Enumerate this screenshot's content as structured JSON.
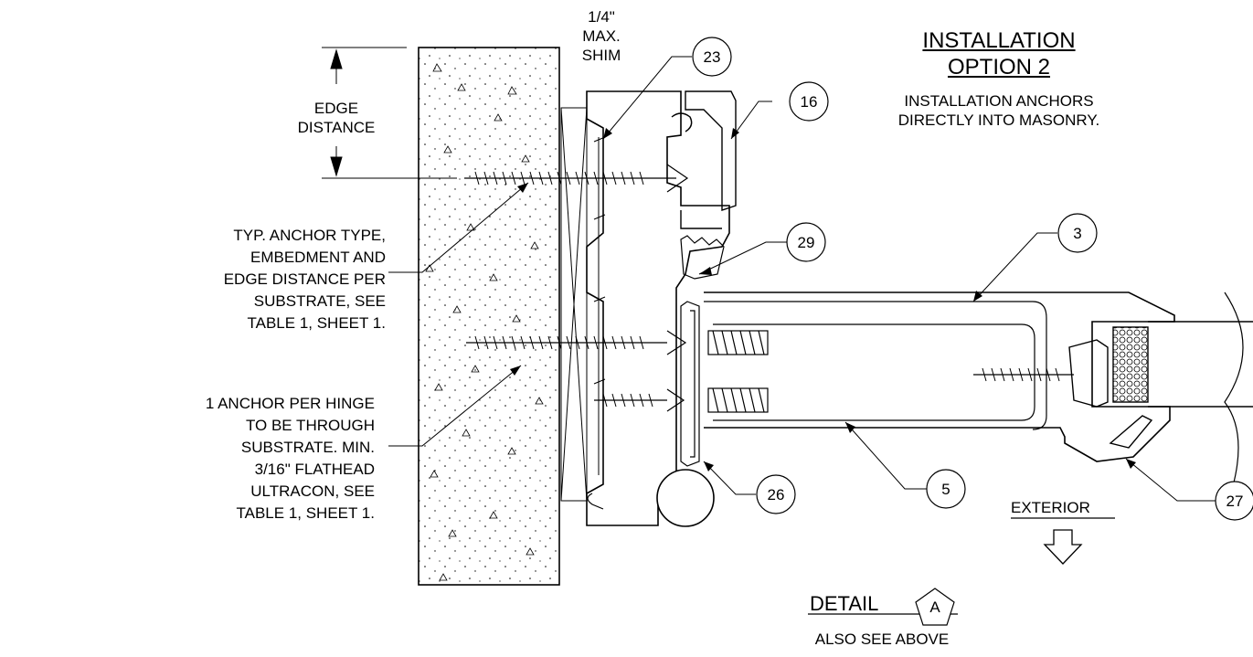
{
  "title": {
    "line1": "INSTALLATION",
    "line2": "OPTION 2",
    "sub1": "INSTALLATION ANCHORS",
    "sub2": "DIRECTLY INTO MASONRY."
  },
  "shim": [
    "1/4\"",
    "MAX.",
    "SHIM"
  ],
  "edge_distance": [
    "EDGE",
    "DISTANCE"
  ],
  "note_anchor": [
    "TYP. ANCHOR TYPE,",
    "EMBEDMENT AND",
    "EDGE DISTANCE PER",
    "SUBSTRATE, SEE",
    "TABLE 1, SHEET 1."
  ],
  "note_hinge": [
    "1 ANCHOR PER HINGE",
    "TO BE THROUGH",
    "SUBSTRATE. MIN.",
    "3/16\" FLATHEAD",
    "ULTRACON, SEE",
    "TABLE 1, SHEET 1."
  ],
  "callouts": {
    "c23": "23",
    "c16": "16",
    "c29": "29",
    "c3": "3",
    "c26": "26",
    "c5": "5",
    "c27": "27"
  },
  "exterior": "EXTERIOR",
  "detail": {
    "word": "DETAIL",
    "letter": "A",
    "note": "ALSO SEE ABOVE"
  }
}
